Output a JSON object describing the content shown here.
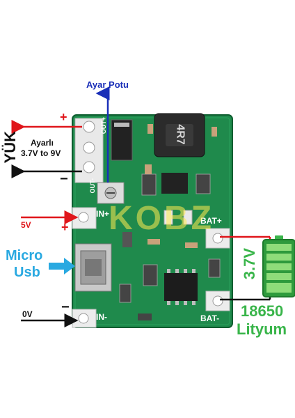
{
  "annotations": {
    "pot_label": "Ayar Potu",
    "load_label": "YÜK",
    "adjustable_line1": "Ayarlı",
    "adjustable_line2": "3.7V to 9V",
    "input_5v": "5V",
    "micro_usb_line1": "Micro",
    "micro_usb_line2": "Usb",
    "ground": "0V",
    "plus_sign": "+",
    "minus_sign": "−",
    "battery_voltage": "3.7V",
    "battery_model": "18650",
    "battery_type": "Lityum"
  },
  "board_silkscreen": {
    "out_plus": "OUT+",
    "out_minus": "OUT-",
    "in_plus": "IN+",
    "in_minus": "IN-",
    "bat_plus": "BAT+",
    "bat_minus": "BAT-",
    "inductor_code": "4R7"
  },
  "watermark": "KOBZ",
  "battery_level": 1.0,
  "colors": {
    "pcb": "#1f8a4c",
    "arrow_red": "#e0161b",
    "arrow_black": "#111111",
    "arrow_blue": "#1a2fb8",
    "usb_cyan": "#29a9e1",
    "battery_green": "#39b54a"
  }
}
